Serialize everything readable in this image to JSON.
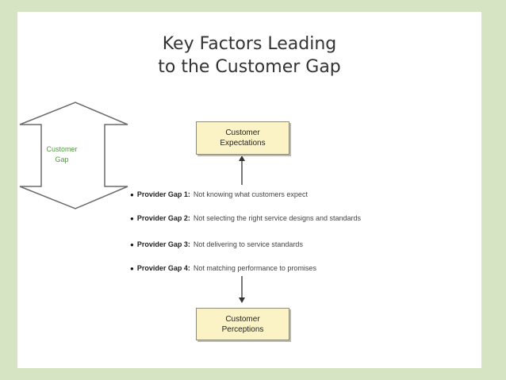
{
  "title": {
    "line1": "Key Factors Leading",
    "line2": "to the Customer Gap"
  },
  "customer_gap_label": {
    "line1": "Customer",
    "line2": "Gap"
  },
  "customer_expectations": {
    "line1": "Customer",
    "line2": "Expectations"
  },
  "customer_perceptions": {
    "line1": "Customer",
    "line2": "Perceptions"
  },
  "provider_gaps": [
    {
      "bullet": "●",
      "name": "Provider Gap 1:",
      "desc": "Not knowing what customers expect"
    },
    {
      "bullet": "●",
      "name": "Provider Gap 2:",
      "desc": "Not selecting the right service designs and standards"
    },
    {
      "bullet": "●",
      "name": "Provider Gap 3:",
      "desc": "Not delivering to service standards"
    },
    {
      "bullet": "●",
      "name": "Provider Gap 4:",
      "desc": "Not matching performance to promises"
    }
  ],
  "colors": {
    "background": "#d7e4c4",
    "slide": "#ffffff",
    "box_fill": "#fbf3c6",
    "gap_label": "#4f9a3d"
  }
}
